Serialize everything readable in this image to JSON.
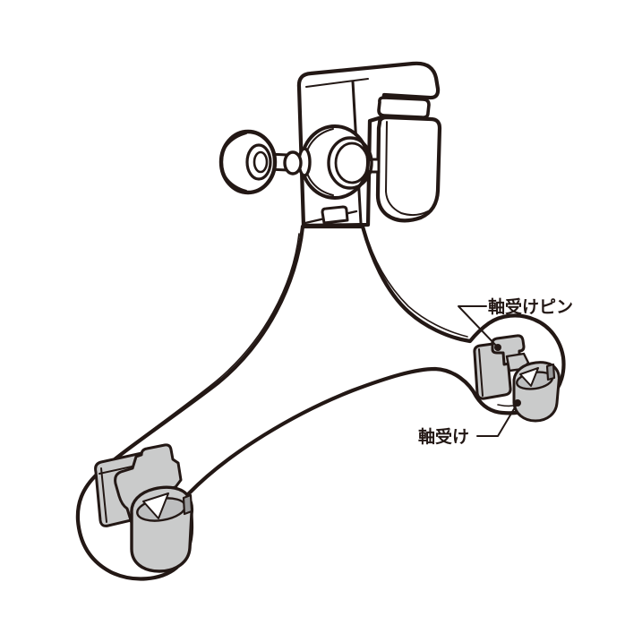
{
  "figure": {
    "type": "technical-illustration",
    "subject": "holder frame with shaft bearings (instruction manual diagram)",
    "callouts": [
      {
        "id": "bearing-pin",
        "text": "軸受けピン"
      },
      {
        "id": "bearing",
        "text": "軸受け"
      }
    ]
  },
  "colors": {
    "ink": "#231815",
    "part_fill": "#ffffff",
    "clip_fill": "#cacbcb",
    "clip_shade": "#9a9b9c",
    "bore_fill": "#bdbebf",
    "background": "#ffffff"
  }
}
